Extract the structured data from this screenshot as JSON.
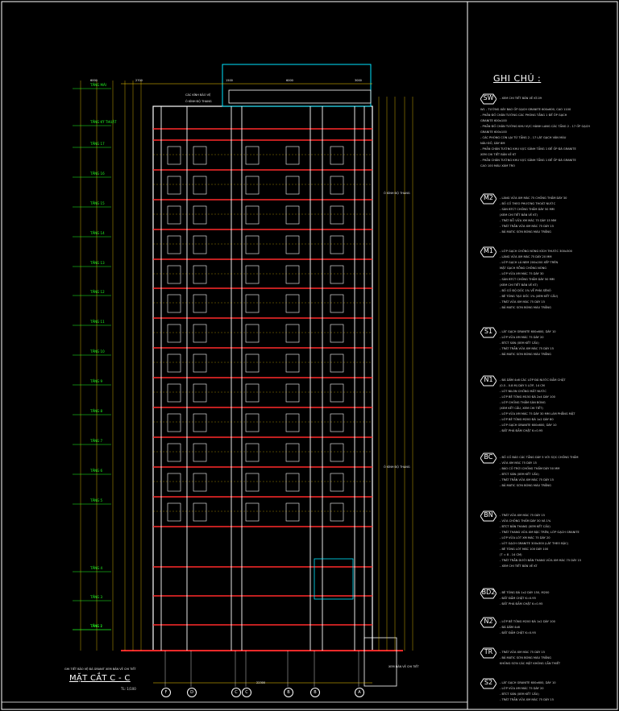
{
  "drawing": {
    "section_title": "MẶT CẮT C - C",
    "section_scale": "TL: 1/100",
    "notes_title": "GHI CHÚ :",
    "grid_axes": [
      "F",
      "D",
      "C",
      "C",
      "B",
      "B",
      "A"
    ],
    "top_dims": [
      "6000",
      "2700",
      "1500",
      "6000",
      "3000"
    ],
    "bottom_dim": "22300",
    "level_labels": [
      "TẦNG MÁI",
      "TẦNG KỸ THUẬT",
      "TẦNG 17",
      "TẦNG 16",
      "TẦNG 15",
      "TẦNG 14",
      "TẦNG 13",
      "TẦNG 12",
      "TẦNG 11",
      "TẦNG 10",
      "TẦNG 9",
      "TẦNG 8",
      "TẦNG 7",
      "TẦNG 6",
      "TẦNG 5",
      "TẦNG 4",
      "TẦNG 3",
      "TẦNG 2",
      "TẦNG 1"
    ],
    "callouts": {
      "roof": "CÁC KÍNH BẢO VỆ",
      "roof2": "Ô KÍNH ĐỘ THANG",
      "right1": "Ô KÍNH ĐỘ THANG",
      "right2": "Ô KÍNH ĐỘ THANG",
      "bottom_left": "GHI TIẾT BẢO VỆ ĐÁ GRANIT XEM BẢN VẼ CHI TIẾT",
      "bottom_right": "XEM BẢN VẼ CHI TIẾT"
    },
    "notes": [
      {
        "tag": "SW",
        "lines": [
          "- XEM CHI TIẾT BẢN VẼ KT-09"
        ]
      },
      {
        "tag": "",
        "lines": [
          "W1 - TƯỜNG XÂY BAO ỐP GẠCH GRANITE 600x600, CAO 1100",
          "- PHẦN ĐỐ CHÂN TƯỜNG CÁC PHÒNG TẦNG 1 ĐẾ ỐP GẠCH",
          "GRANITE 600x100",
          "- PHẦN ĐỐ CHÂN TƯỜNG KHU VỰC HÀNH LANG CÁC TẦNG 2 - 17 ỐP GẠCH",
          "GRANITE 600x100",
          "- CÁC PHÒNG CÒN LẠI TỪ TẦNG 2 - 17 LÁT GẠCH VÂN MÀU",
          "NÂU ĐỎ, DÀY 8M",
          "- PHẦN CHÂN TƯỜNG KHU VỰC SẢNH TẦNG 1 ĐẾ ỐP ĐÁ GRANITE",
          "XEM CHI TIẾT BẢN VẼ KT",
          "- PHẦN CHÂN TƯỜNG KHU VỰC SẢNH TẦNG 1 ĐẾ ỐP ĐÁ GRANITE",
          "CAO 100 MÀU XÁM TRO"
        ]
      },
      {
        "tag": "M2",
        "lines": [
          "- LÁNG VỮA XM MÁC 75 CHỐNG THẤM DÀY 30",
          "- BỐ CỐ THEO PHƯƠNG THOÁT NƯỚC",
          "- SÀN BTCT CHỐNG THẤM DÀY 50 MM",
          "(XEM CHI TIẾT BẢN VẼ KT)",
          "- TRÁT ĐỖ VỮA XM MÁC 75 DÀY 15 MM",
          "- TRÁT TRẦN VỮA XM MÁC 75 DÀY 15",
          "- BẢ MATIC SƠN BÓNG MÀU TRẮNG"
        ]
      },
      {
        "tag": "M1",
        "lines": [
          "- LỚP GẠCH CHỐNG NÓNG KÍCH THƯỚC 300x300",
          "- LÁNG VỮA XM MÁC 75 DÀY 20 MM",
          "- LỚP GẠCH LÁ NEM 200x200 XẾP TRÊN",
          "MẶT GẠCH RỖNG CHỐNG NÓNG",
          "- LỚP VỮA XM MÁC 75 DÀY 30",
          "- SÀN BTCT CHỐNG THẤM DÀY 50 MM",
          "(XEM CHI TIẾT BẢN VẼ KT)",
          "- BỐ CỐ ĐỘ DỐC 1% VỀ PHÍA SÊNÔ",
          "- BÊ TÔNG TẠO DỐC 1% (XEM KẾT CẤU)",
          "- TRÁT VỮA XM MÁC 75 DÀY 15",
          "- BẢ MATIC SƠN BÓNG MÀU TRẮNG"
        ]
      },
      {
        "tag": "S1",
        "lines": [
          "- LÁT GẠCH GRANITE 600x600, DÀY 10",
          "- LỚP VỮA XM MÁC 75 DÀY 20",
          "- BTCT SÀN (XEM KẾT CẤU)",
          "- TRÁT TRẦN VỮA XM MÁC 75 DÀY 15",
          "- BẢ MATIC SƠN BÓNG MÀU TRẮNG"
        ]
      },
      {
        "tag": "N1",
        "lines": [
          "- ĐÁ DĂM 4x6 CÁC LỚP ĐÁ NƯỚC ĐẦM CHẶT",
          "(0.5 - 0.8 M) DÀY 5 LỚP, 14 CM",
          "- LÓT NILON CHỐNG MẤT NƯỚC",
          "- LỚP BÊ TÔNG M150 ĐÁ 2x4 DÀY 100",
          "- LỚP CHỐNG THẤM SÀN BÓNG",
          "(XEM KẾT CẤU, XEM CHI TIẾT)",
          "- LỚP VỮA XM MÁC 75 DÀY 30 MM LÀM PHẲNG MẶT",
          "- LỚP BÊ TÔNG M200 ĐÁ 1x2 DÀY 80",
          "- LỚP GẠCH GRANITE 600x600, DÀY 10",
          "- ĐẤT PHÁ ĐẦM CHẶT K=0.95"
        ]
      },
      {
        "tag": "BC",
        "lines": [
          "- BỐ CỐ BÁO CÁC TẦNG DÀY 5 VỚI SỌC CHỐNG THẤM",
          "- VỮA XM MÁC 75 DÀY 15",
          "- BÁO CỐ TRỜI CHỐNG THẤM DÀY 50 MM",
          "- BTCT SÀN (XEM KẾT CẤU)",
          "- TRÁT TRẦN VỮA XM MÁC 75 DÀY 15",
          "- BẢ MATIC SƠN BÓNG MÀU TRẮNG"
        ]
      },
      {
        "tag": "BN",
        "lines": [
          "- TRÁT VỮA XM MÁC 75 DÀY 15",
          "- VỮA CHỐNG THẤM DÀY 30 VÀ 1%",
          "- BTCT BẢN THANG (XEM KẾT CẤU)",
          "- TRÁT THANG VỮA XM BẬC TRÊN, LỚP GẠCH GRANITE",
          "- LỚP VỮA LÓT XM MÁC 75 DÀY 20",
          "- LÓT GẠCH GRANITE 300x300 (LÁT THEO BẬC)",
          "- BÊ TÔNG LÓT MÁC 100 DÀY 100",
          "(T = 8 - 14 CM)",
          "- TRÁT TRẦN DƯỚI BẢN THANG VỮA XM MÁC 75 DÀY 15",
          "- XEM CHI TIẾT BẢN VẼ KT"
        ]
      },
      {
        "tag": "BD2",
        "lines": [
          "- BÊ TÔNG ĐÁ 1x2 DÀY 150, M200",
          "- ĐẤT ĐẦM CHẶT K=0.95",
          "- ĐẤT PHÁ ĐẦM CHẶT K=0.95"
        ]
      },
      {
        "tag": "N2",
        "lines": [
          "- LỚP BÊ TÔNG M200 ĐÁ 1x2 DÀY 100",
          "- ĐÁ DĂM 4x6",
          "- ĐẤT ĐẦM CHẶT K=0.95"
        ]
      },
      {
        "tag": "TR",
        "lines": [
          "- TRÁT VỮA XM MÁC 75 DÀY 15",
          "- BẢ MATIC SƠN BÓNG MÀU TRẮNG",
          "KHÔNG SƠN CÁC MẶT KHÔNG CẦN THIẾT"
        ]
      },
      {
        "tag": "S2",
        "lines": [
          "- LÁT GẠCH GRANITE 600x600, DÀY 10",
          "- LỚP VỮA XM MÁC 75 DÀY 20",
          "- BTCT SÀN (XEM KẾT CẤU)",
          "- TRÁT TRẦN VỮA XM MÁC 75 DÀY 15"
        ]
      }
    ],
    "colors": {
      "background": "#000000",
      "slab": "#ff2a2a",
      "wall": "#ffffff",
      "dimension": "#ffd400",
      "level": "#22ff22",
      "cyan": "#00e5ff",
      "frame": "#ffffff"
    }
  }
}
